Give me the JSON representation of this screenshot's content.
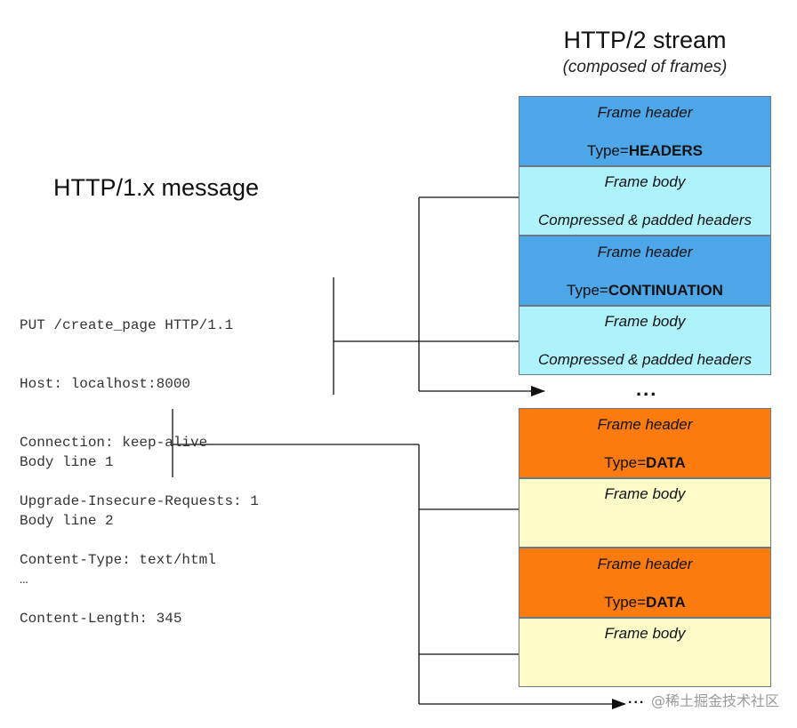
{
  "http2": {
    "title": "HTTP/2 stream",
    "subtitle": "(composed of frames)",
    "frames": [
      {
        "label": "Frame header",
        "type_prefix": "Type=",
        "type_value": "HEADERS"
      },
      {
        "label": "Frame body",
        "detail": "Compressed & padded headers"
      },
      {
        "label": "Frame header",
        "type_prefix": "Type=",
        "type_value": "CONTINUATION"
      },
      {
        "label": "Frame body",
        "detail": "Compressed & padded headers"
      },
      {
        "label": "Frame header",
        "type_prefix": "Type=",
        "type_value": "DATA"
      },
      {
        "label": "Frame body"
      },
      {
        "label": "Frame header",
        "type_prefix": "Type=",
        "type_value": "DATA"
      },
      {
        "label": "Frame body"
      }
    ],
    "ellipsis": "...",
    "ellipsis_bottom": "..."
  },
  "http1": {
    "title": "HTTP/1.x message",
    "header_lines": [
      "PUT /create_page HTTP/1.1",
      "Host: localhost:8000",
      "Connection: keep-alive",
      "Upgrade-Insecure-Requests: 1",
      "Content-Type: text/html",
      "Content-Length: 345"
    ],
    "body_lines": [
      "Body line 1",
      "Body line 2",
      "…"
    ]
  },
  "colors": {
    "headers_frame": "#4da6e8",
    "headers_body": "#aef3fb",
    "data_frame": "#fb7b0f",
    "data_body": "#fcfac6",
    "connector": "#111111"
  },
  "watermark": "@稀土掘金技术社区"
}
